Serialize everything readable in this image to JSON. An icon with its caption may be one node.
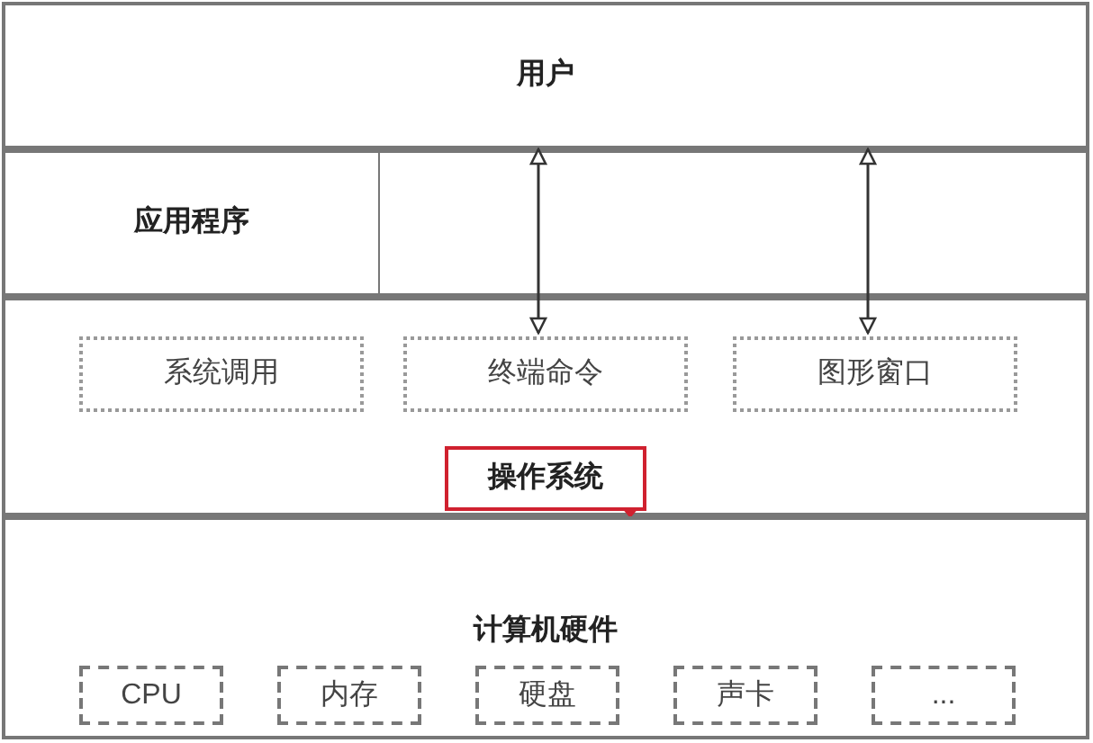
{
  "diagram": {
    "nodes": [
      {
        "text": [
          "用户"
        ]
      },
      {
        "text": [
          "应用程序"
        ]
      },
      {
        "text": [
          "操作系统"
        ]
      },
      {
        "text": [
          "系统调用"
        ],
        "in": 2
      },
      {
        "text": [
          "终端命令"
        ],
        "in": 2
      },
      {
        "text": [
          "图形窗口"
        ],
        "in": 2
      },
      {
        "text": [
          "计算机硬件"
        ]
      },
      {
        "text": [
          "CPU"
        ],
        "in": 6
      },
      {
        "text": [
          "内存"
        ],
        "in": 6
      },
      {
        "text": [
          "硬盘"
        ],
        "in": 6
      },
      {
        "text": [
          "声卡"
        ],
        "in": 6
      },
      {
        "text": [
          "..."
        ],
        "in": 6
      }
    ],
    "edges": [
      {
        "from": 0,
        "to": 4,
        "arrow": "both"
      },
      {
        "from": 0,
        "to": 5,
        "arrow": "both"
      }
    ]
  }
}
